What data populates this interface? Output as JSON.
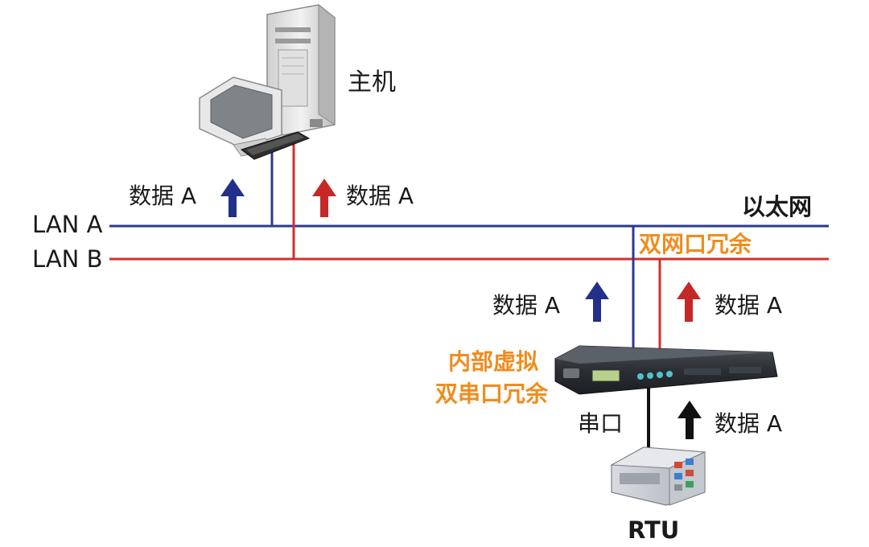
{
  "colors": {
    "lan_a": "#2b3a8f",
    "lan_b": "#d32f2f",
    "serial": "#111111",
    "arrow_blue": "#23308a",
    "arrow_red": "#c62828",
    "arrow_black": "#111111",
    "highlight": "#f08c1e"
  },
  "labels": {
    "host": "主机",
    "lan_a": "LAN A",
    "lan_b": "LAN B",
    "ethernet": "以太网",
    "dual_port": "双网口冗余",
    "internal_line1": "内部虚拟",
    "internal_line2": "双串口冗余",
    "serial_port": "串口",
    "rtu": "RTU",
    "data_host_blue": "数据 A",
    "data_host_red": "数据 A",
    "data_dev_blue": "数据 A",
    "data_dev_red": "数据 A",
    "data_serial": "数据 A"
  },
  "icons": {
    "host": "host-computer-icon",
    "gateway": "serial-device-server-icon",
    "rtu": "rtu-device-icon"
  }
}
